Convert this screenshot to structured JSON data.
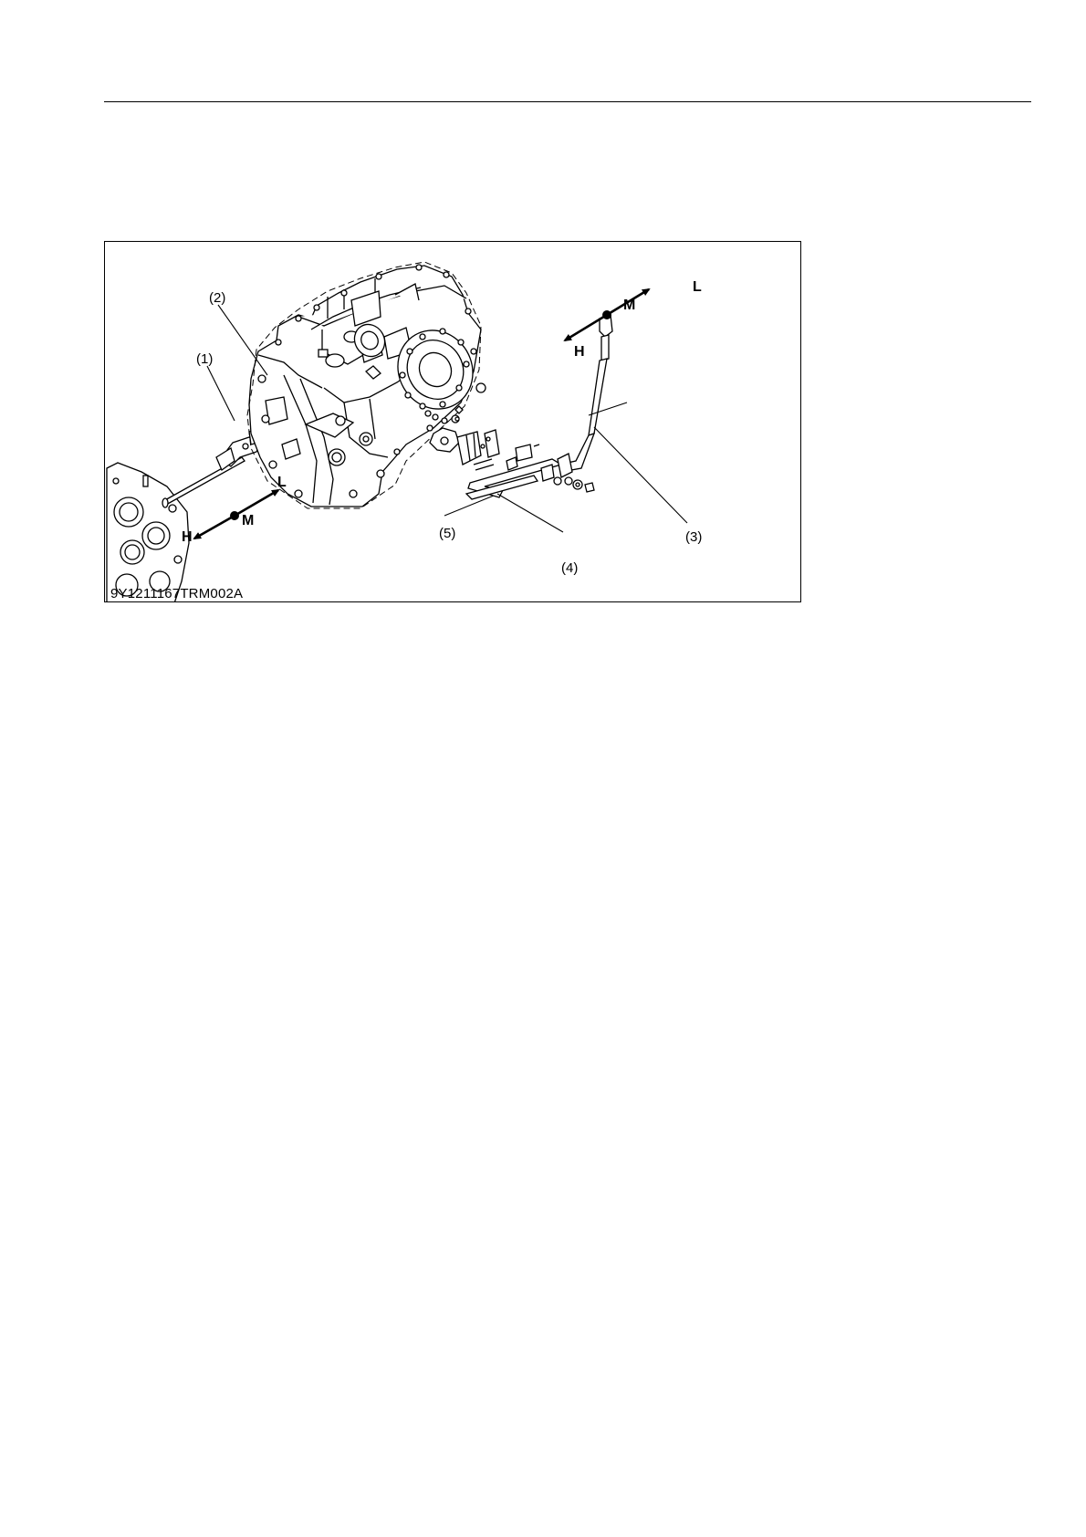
{
  "figure": {
    "code": "9Y1211167TRM002A",
    "callouts": {
      "c1": "(1)",
      "c2": "(2)",
      "c3": "(3)",
      "c4": "(4)",
      "c5": "(5)"
    },
    "shift_left": {
      "h": "H",
      "m": "M",
      "l": "L"
    },
    "shift_right": {
      "h": "H",
      "m": "M",
      "l": "L"
    }
  }
}
